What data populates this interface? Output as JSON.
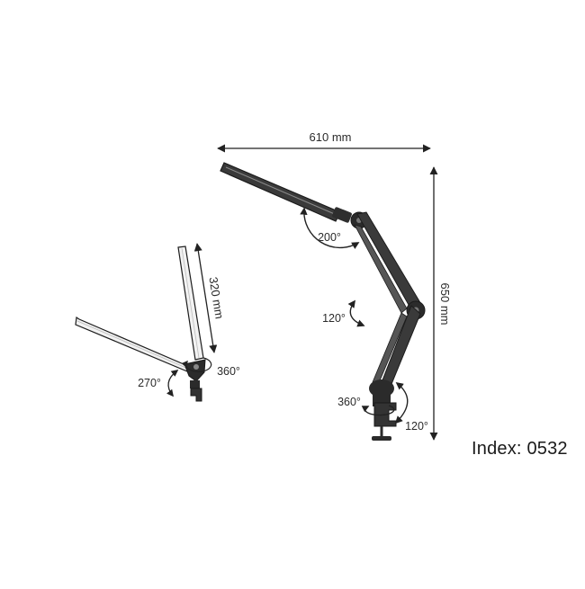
{
  "dimensions": {
    "width": "610 mm",
    "height": "650 mm",
    "head_length": "320 mm"
  },
  "angles": {
    "head_rotation": "200°",
    "arm_tilt": "120°",
    "base_swivel": "360°",
    "base_tilt": "120°",
    "folded_swivel": "360°",
    "folded_tilt": "270°"
  },
  "index_label": "Index: 0532",
  "colors": {
    "lamp_body": "#2e2e2e",
    "lamp_outline": "#1c1c1c",
    "folded_bar_fill": "#f2f2f2",
    "dimension_line": "#222222"
  }
}
